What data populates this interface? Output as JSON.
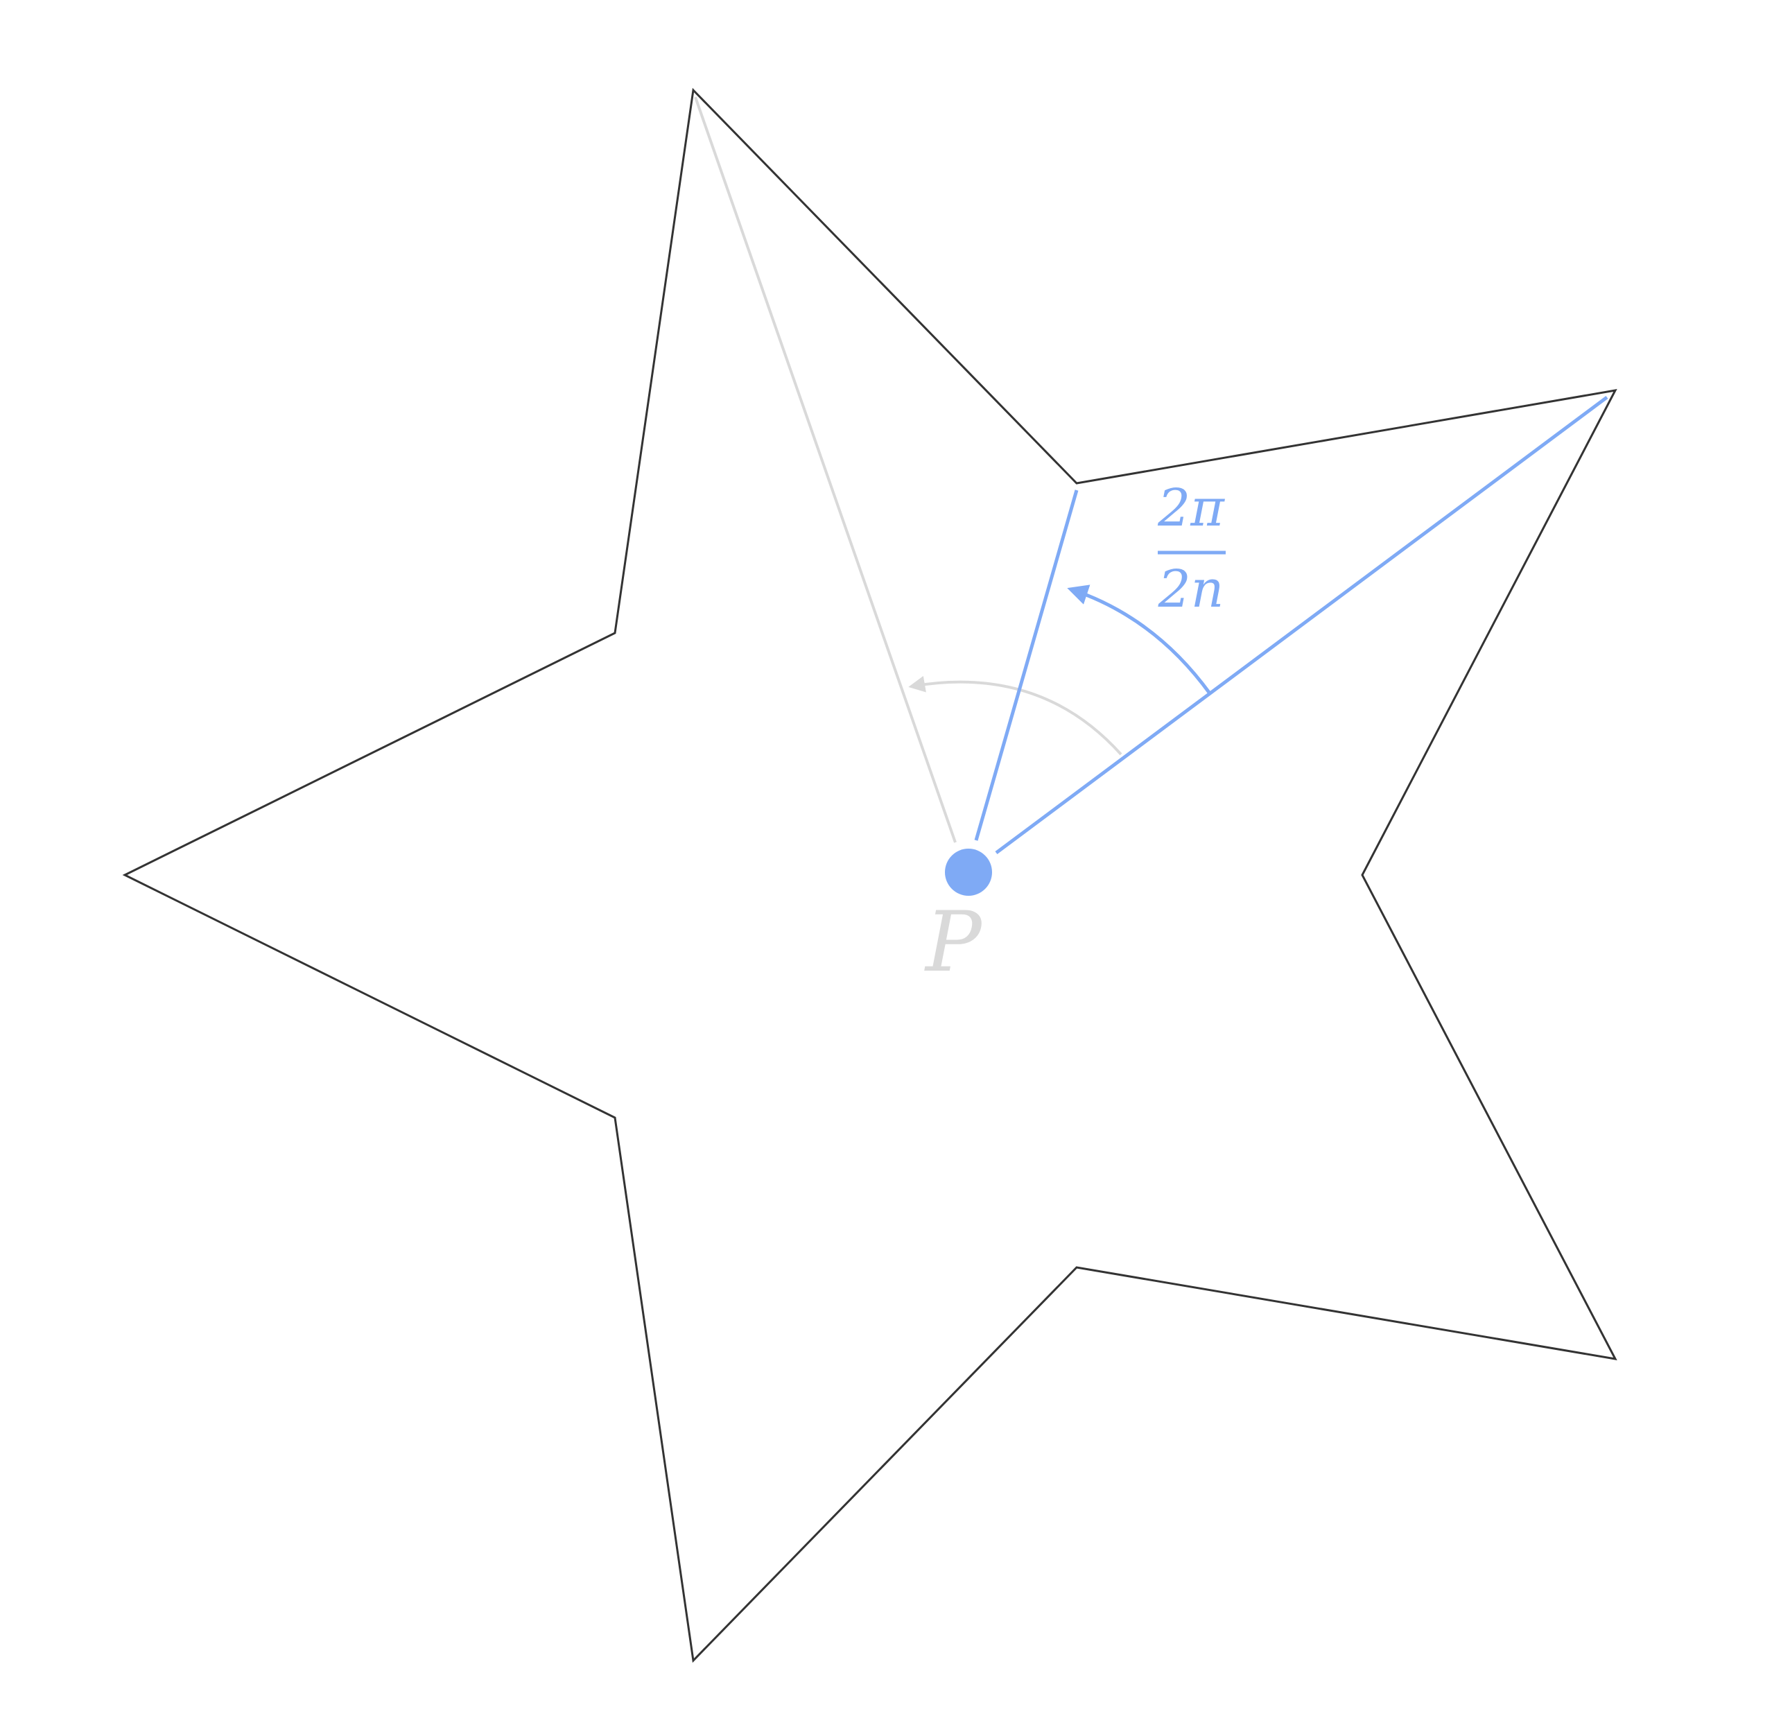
{
  "diagram": {
    "point_label": "P",
    "angle_label": {
      "numerator": "2π",
      "denominator": "2n"
    },
    "star_points": 5,
    "colors": {
      "outline": "#333333",
      "accent": "#7faaf5",
      "faded": "#d9d9d9",
      "background": "#ffffff"
    }
  }
}
